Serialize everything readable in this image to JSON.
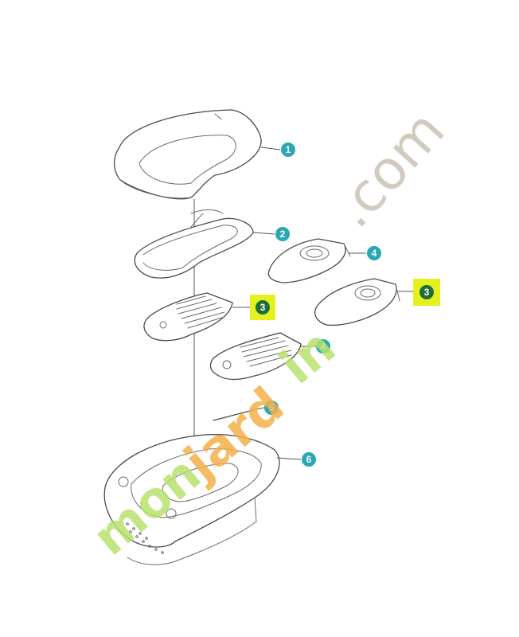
{
  "callouts": [
    {
      "id": "1",
      "label": "1",
      "style": "teal"
    },
    {
      "id": "2",
      "label": "2",
      "style": "teal"
    },
    {
      "id": "3a",
      "label": "3",
      "style": "highlight"
    },
    {
      "id": "3b",
      "label": "3",
      "style": "highlight"
    },
    {
      "id": "4a",
      "label": "4",
      "style": "teal"
    },
    {
      "id": "4b",
      "label": "4",
      "style": "teal"
    },
    {
      "id": "5",
      "label": "5",
      "style": "teal"
    },
    {
      "id": "6",
      "label": "6",
      "style": "teal"
    }
  ],
  "colors": {
    "callout_teal": "#2aa7b5",
    "callout_dark": "#1f6e3a",
    "highlight": "#e3f21e",
    "line": "#4a4a4a",
    "watermark_green": "#b9e26f",
    "watermark_orange": "#f5b04a",
    "watermark_gray": "#c9c2b4"
  },
  "watermark": {
    "part_one": "mon",
    "part_two": "jard",
    "part_three": "in",
    "suffix": ".com"
  }
}
